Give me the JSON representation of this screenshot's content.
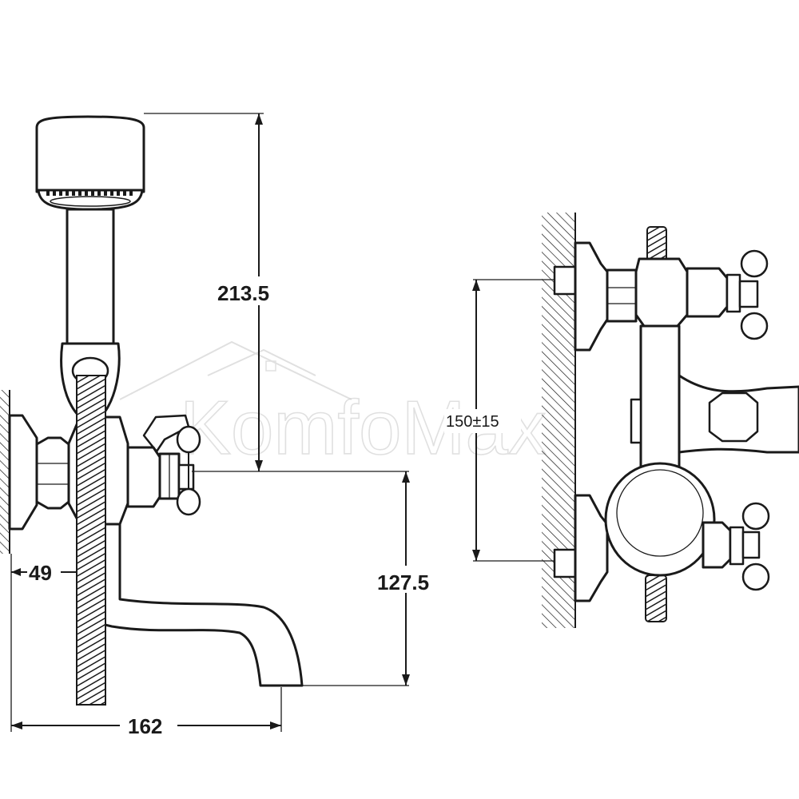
{
  "dimensions": {
    "shower_height": "213.5",
    "spout_drop": "127.5",
    "wall_offset": "49",
    "spout_reach": "162",
    "inlet_spacing": "150±15"
  },
  "watermark": {
    "text": "KomfoMax"
  },
  "colors": {
    "line": "#1a1a1a",
    "background": "#ffffff",
    "watermark": "#c8c8c8"
  }
}
